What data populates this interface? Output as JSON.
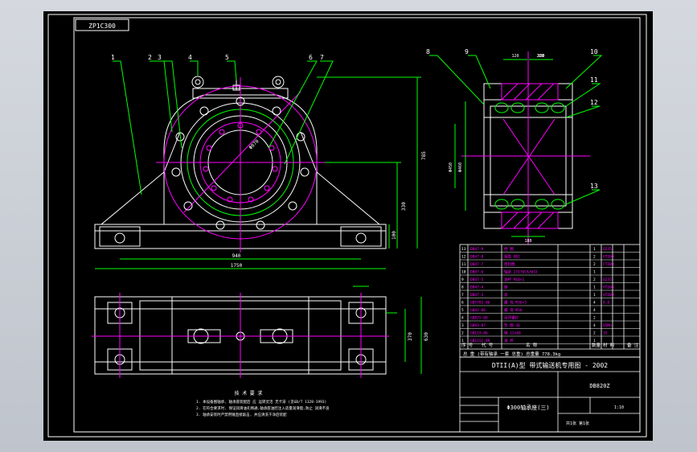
{
  "drawing": {
    "code_box": "ZP1C300",
    "balloons": [
      "1",
      "2",
      "3",
      "4",
      "5",
      "6",
      "7",
      "8",
      "9",
      "10",
      "11",
      "12",
      "13"
    ],
    "dims": {
      "base_width": "1750",
      "bolt_span": "940",
      "overall_height": "785",
      "center_height": "330",
      "foot_height": "100",
      "bore_dia": "Φ870",
      "plan_width": "630",
      "plan_inner": "370",
      "side_total": "200",
      "side_left": "120",
      "side_right": "120",
      "side_bottom": "180",
      "side_left_dia": "Φ460",
      "side_right_dia": "Φ450"
    },
    "notes_title": "技 术 要 求",
    "notes": [
      "1. 本设备图轴承, 轴承座装配后 应 运转灵活 无卡滞 (见GB/T 1328-1993)",
      "2. 在符合要求时, 保证润滑油孔畅通,轴承座油腔注入适量润滑脂,防止 润滑不良",
      "3. 轴承安装时严禁用锤直接敲击, 并应清洗干净后装配"
    ],
    "bom": [
      {
        "no": "13",
        "code": "DB47-9",
        "name": "挡 圈",
        "qty": "1",
        "mat": "Q235"
      },
      {
        "no": "12",
        "code": "DB47-8",
        "name": "端盖 DB1",
        "qty": "2",
        "mat": "HT200"
      },
      {
        "no": "11",
        "code": "DB47-7",
        "name": "密封圈",
        "qty": "2",
        "mat": "FT200"
      },
      {
        "no": "10",
        "code": "DB47-6",
        "name": "轴承 23176CA/W33",
        "qty": "1",
        "mat": ""
      },
      {
        "no": "9",
        "code": "DB47-5",
        "name": "油杯 M10×1",
        "qty": "2",
        "mat": "Q235"
      },
      {
        "no": "8",
        "code": "DB47-4",
        "name": "座",
        "qty": "1",
        "mat": "HT200"
      },
      {
        "no": "7",
        "code": "DB47-3",
        "name": "盖",
        "qty": "1",
        "mat": "HT200"
      },
      {
        "no": "6",
        "code": "GB5783-86",
        "name": "螺 栓 M36×3",
        "qty": "4",
        "mat": "8.8"
      },
      {
        "no": "5",
        "code": "GB41-86",
        "name": "螺 母 M36",
        "qty": "4",
        "mat": ""
      },
      {
        "no": "4",
        "code": "GB825-88",
        "name": "吊环螺钉",
        "qty": "2",
        "mat": ""
      },
      {
        "no": "3",
        "code": "GB93-87",
        "name": "垫 圈 36",
        "qty": "4",
        "mat": "65Mn"
      },
      {
        "no": "2",
        "code": "GB119-86",
        "name": "销 12×60",
        "qty": "2",
        "mat": "35"
      },
      {
        "no": "1",
        "code": "GB1152-89",
        "name": "油 杯",
        "qty": "1",
        "mat": ""
      }
    ],
    "bom_header": [
      "序 号",
      "代 号",
      "名 称",
      "数量",
      "材 料",
      "备 注"
    ],
    "weight_row": "总  重    (带有轴承  一套 总重)    总重量  778.3kg",
    "title_main": "DTII(A)型  带式输送机专用图 - 2002",
    "drawing_no": "DB820Z",
    "part_name": "Φ300轴承座(三)",
    "scale": "1:10",
    "sheet": "共1张 第1张"
  }
}
